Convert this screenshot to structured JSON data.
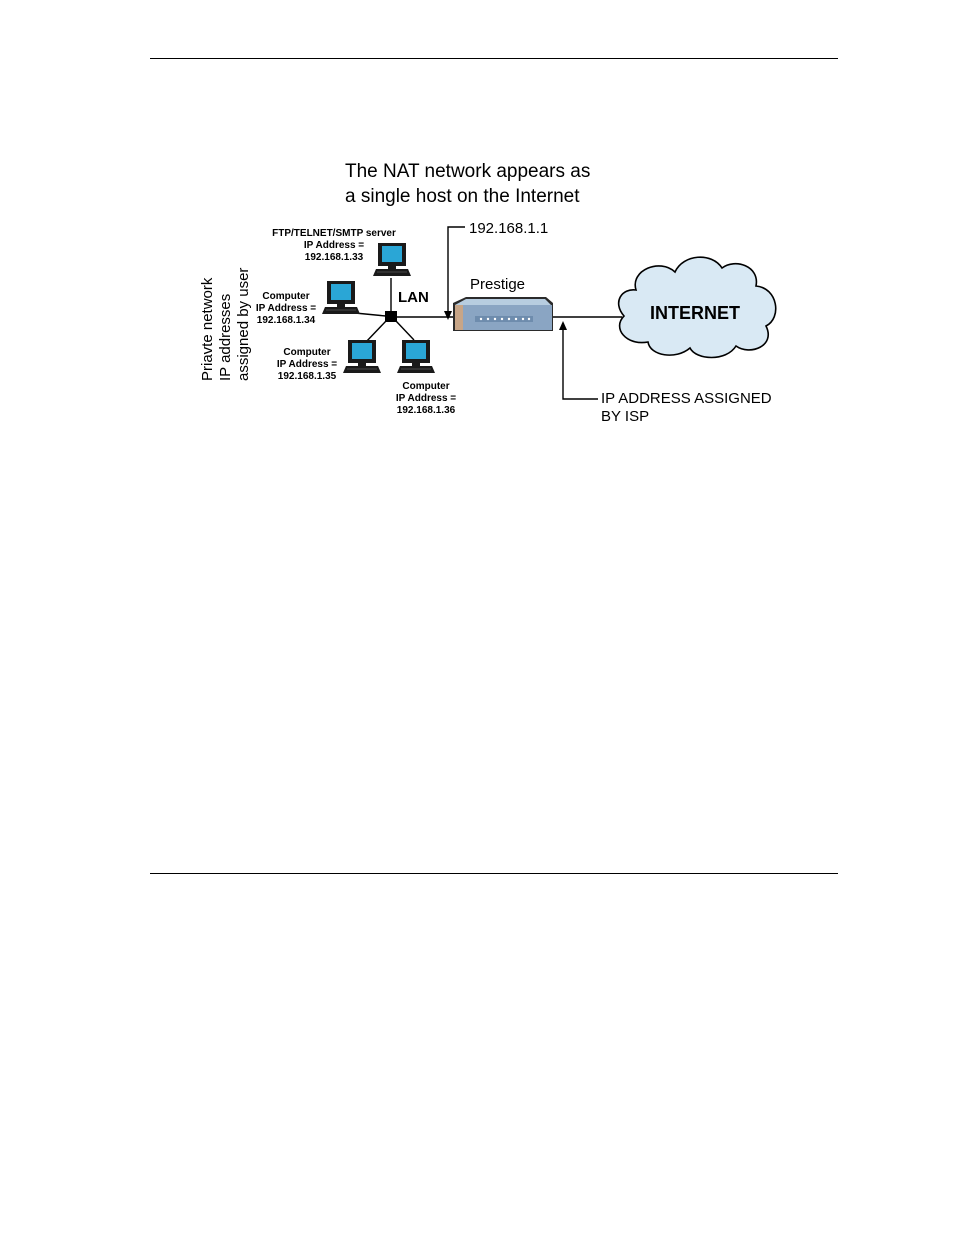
{
  "diagram": {
    "title_line1": "The NAT network appears as",
    "title_line2": "a single host on the Internet",
    "router_ip": "192.168.1.1",
    "router_label": "Prestige",
    "lan_label": "LAN",
    "internet_label": "INTERNET",
    "isp_line1": "IP ADDRESS ASSIGNED",
    "isp_line2": "BY ISP",
    "side_label_line1": "Priavte network",
    "side_label_line2": "IP addresses",
    "side_label_line3": "assigned by user",
    "hosts": [
      {
        "line1": "FTP/TELNET/SMTP server",
        "line2": "IP Address =",
        "line3": "192.168.1.33"
      },
      {
        "line1": "Computer",
        "line2": "IP Address =",
        "line3": "192.168.1.34"
      },
      {
        "line1": "Computer",
        "line2": "IP Address =",
        "line3": "192.168.1.35"
      },
      {
        "line1": "Computer",
        "line2": "IP Address =",
        "line3": "192.168.1.36"
      }
    ],
    "colors": {
      "screen": "#2aa6d6",
      "router_body": "#8aa5c3",
      "router_side": "#c7a587",
      "cloud": "#d9e9f4"
    }
  }
}
